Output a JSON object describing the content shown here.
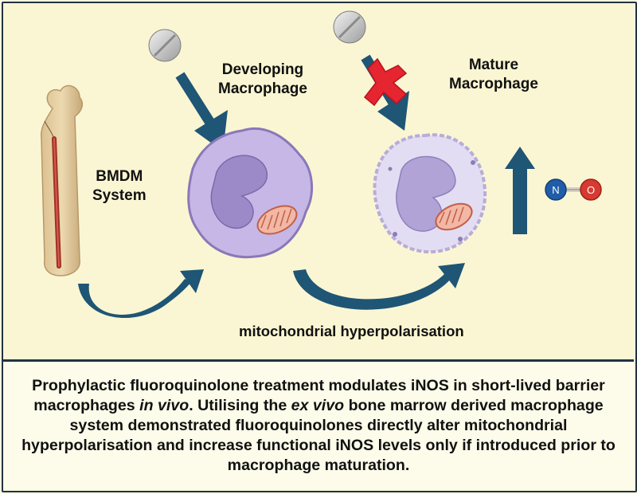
{
  "labels": {
    "bmdm": [
      "BMDM",
      "System"
    ],
    "developing": [
      "Developing",
      "Macrophage"
    ],
    "mature": [
      "Mature",
      "Macrophage"
    ],
    "process": "mitochondrial hyperpolarisation",
    "molecule_n": "N",
    "molecule_o": "O"
  },
  "caption": {
    "part1": "Prophylactic fluoroquinolone treatment modulates iNOS in short-lived barrier macrophages ",
    "italic1": "in vivo",
    "part2": ". Utilising the ",
    "italic2": "ex vivo",
    "part3": " bone marrow derived macrophage system demonstrated fluoroquinolones directly alter mitochondrial hyperpolarisation and increase functional iNOS levels only if introduced prior to macrophage maturation."
  },
  "colors": {
    "arrow": "#1f5575",
    "cell_fill": "#c6b7e6",
    "nucleus": "#9c8ac8",
    "mitochondrion": "#e07f62",
    "block_cross": "#e52530",
    "nitrogen": "#1f5da8",
    "oxygen": "#d63a30"
  },
  "icons": [
    "pill-icon",
    "bone-icon",
    "block-cross-icon",
    "nitric-oxide-icon"
  ]
}
